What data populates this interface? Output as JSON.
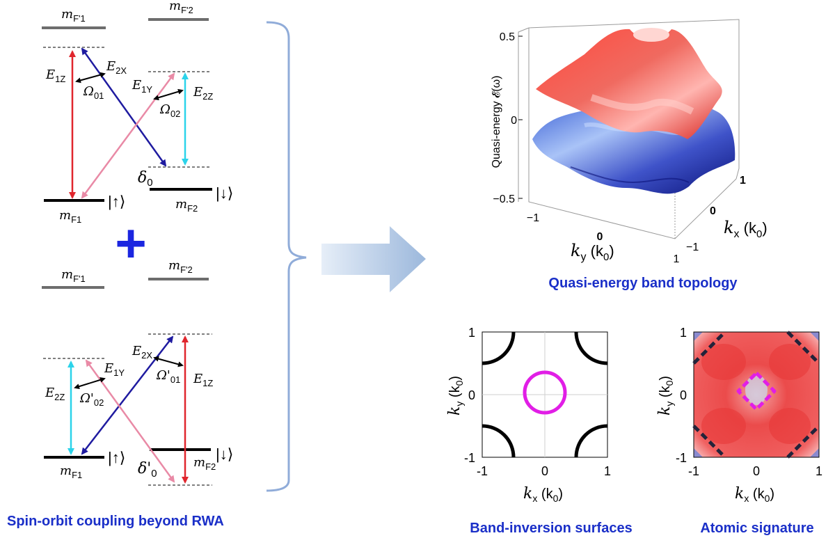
{
  "left_panel": {
    "caption": "Spin-orbit coupling beyond RWA",
    "upper": {
      "mF1p": {
        "main": "m",
        "sub": "F'1"
      },
      "mF2p": {
        "main": "m",
        "sub": "F'2"
      },
      "mF1": {
        "main": "m",
        "sub": "F1"
      },
      "mF2": {
        "main": "m",
        "sub": "F2"
      },
      "spin_up": "|↑⟩",
      "spin_down": "|↓⟩",
      "E1Z": {
        "main": "E",
        "sub": "1Z"
      },
      "E2X": {
        "main": "E",
        "sub": "2X"
      },
      "E1Y": {
        "main": "E",
        "sub": "1Y"
      },
      "E2Z": {
        "main": "E",
        "sub": "2Z"
      },
      "Omega01": {
        "main": "Ω",
        "sub": "01"
      },
      "Omega02": {
        "main": "Ω",
        "sub": "02"
      },
      "delta0": {
        "main": "δ",
        "sub": "0"
      }
    },
    "plus": "+",
    "lower": {
      "mF1p": {
        "main": "m",
        "sub": "F'1"
      },
      "mF2p": {
        "main": "m",
        "sub": "F'2"
      },
      "mF1": {
        "main": "m",
        "sub": "F1"
      },
      "mF2": {
        "main": "m",
        "sub": "F2"
      },
      "spin_up": "|↑⟩",
      "spin_down": "|↓⟩",
      "E2X": {
        "main": "E",
        "sub": "2X"
      },
      "E1Y": {
        "main": "E",
        "sub": "1Y"
      },
      "E2Z": {
        "main": "E",
        "sub": "2Z"
      },
      "E1Z": {
        "main": "E",
        "sub": "1Z"
      },
      "Omega01p": {
        "main": "Ω'",
        "sub": "01"
      },
      "Omega02p": {
        "main": "Ω'",
        "sub": "02"
      },
      "delta0p": {
        "main": "δ'",
        "sub": "0"
      }
    }
  },
  "band_plot": {
    "caption": "Quasi-energy band topology",
    "zlabel": "Quasi-energy 𝓔(ω)",
    "z_ticks": [
      "0.5",
      "0",
      "−0.5"
    ],
    "ky_ticks": [
      "−1",
      "0",
      "1"
    ],
    "kx_ticks": [
      "1",
      "0",
      "−1"
    ],
    "ylabel": {
      "main": "k",
      "sub": "y",
      "unit": "(k",
      "unit_sub": "0",
      "close": ")"
    },
    "xlabel": {
      "main": "k",
      "sub": "x",
      "unit": "(k",
      "unit_sub": "0",
      "close": ")"
    }
  },
  "bis_plot": {
    "caption": "Band-inversion surfaces",
    "x_ticks": [
      "-1",
      "0",
      "1"
    ],
    "y_ticks": [
      "1",
      "0",
      "-1"
    ],
    "xlabel": {
      "main": "k",
      "sub": "x",
      "unit": "(k",
      "unit_sub": "0",
      "close": ")"
    },
    "ylabel": {
      "main": "k",
      "sub": "y",
      "unit": "(k",
      "unit_sub": "0",
      "close": ")"
    }
  },
  "signature_plot": {
    "caption": "Atomic signature",
    "x_ticks": [
      "-1",
      "0",
      "1"
    ],
    "y_ticks": [
      "1",
      "0",
      "-1"
    ],
    "xlabel": {
      "main": "k",
      "sub": "x",
      "unit": "(k",
      "unit_sub": "0",
      "close": ")"
    },
    "ylabel": {
      "main": "k",
      "sub": "y",
      "unit": "(k",
      "unit_sub": "0",
      "close": ")"
    }
  },
  "colors": {
    "red_arrow": "#e0262d",
    "navy_arrow": "#1f1ba0",
    "pink_arrow": "#e98aa6",
    "cyan_arrow": "#2bd3ea",
    "caption_blue": "#1a2fc8",
    "plus_blue": "#1b26e0",
    "magenta": "#e11ee6"
  }
}
